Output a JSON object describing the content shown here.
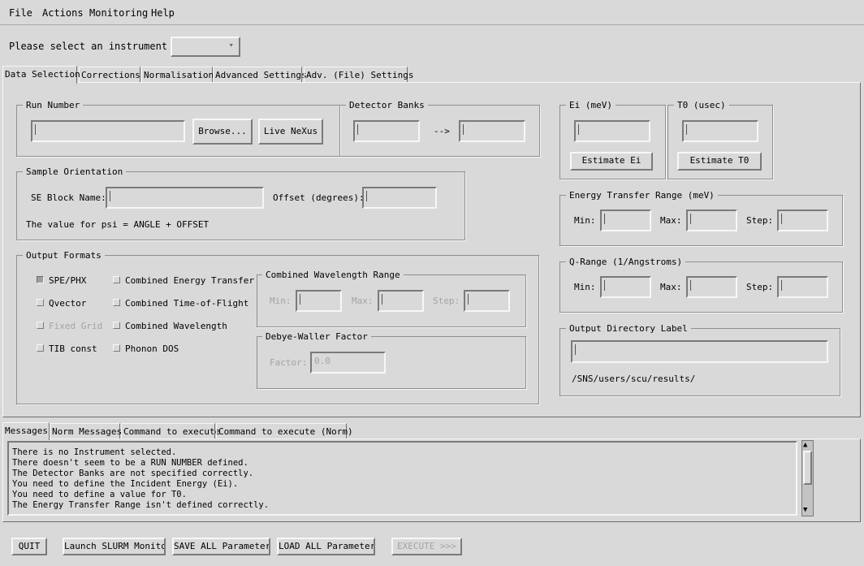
{
  "menu": {
    "file": "File",
    "actions": "Actions",
    "monitoring": "Monitoring",
    "help": "Help"
  },
  "instrument": {
    "prompt": "Please select an instrument -->",
    "selected": ""
  },
  "tabs": [
    "Data Selection",
    "Corrections",
    "Normalisation",
    "Advanced Settings",
    "Adv. (File) Settings"
  ],
  "run_number": {
    "title": "Run Number",
    "value": "",
    "browse_label": "Browse...",
    "live_label": "Live NeXus"
  },
  "detector_banks": {
    "title": "Detector Banks",
    "from": "",
    "arrow": "-->",
    "to": ""
  },
  "ei": {
    "title": "Ei (meV)",
    "value": "",
    "button": "Estimate Ei"
  },
  "t0": {
    "title": "T0 (usec)",
    "value": "",
    "button": "Estimate T0"
  },
  "sample_orientation": {
    "title": "Sample Orientation",
    "se_block_label": "SE Block Name:",
    "se_block_value": "",
    "offset_label": "Offset (degrees):",
    "offset_value": "",
    "psi_text": "The value for psi = ANGLE + OFFSET"
  },
  "energy_transfer": {
    "title": "Energy Transfer Range (meV)",
    "min_label": "Min:",
    "max_label": "Max:",
    "step_label": "Step:"
  },
  "q_range": {
    "title": "Q-Range (1/Angstroms)",
    "min_label": "Min:",
    "max_label": "Max:",
    "step_label": "Step:"
  },
  "output_formats": {
    "title": "Output Formats",
    "spe_phx": {
      "label": "SPE/PHX",
      "checked": true
    },
    "qvector": {
      "label": "Qvector",
      "checked": false
    },
    "fixed_grid": {
      "label": "Fixed Grid",
      "checked": false,
      "disabled": true
    },
    "tib_const": {
      "label": "TIB const",
      "checked": false
    },
    "combined_energy": {
      "label": "Combined Energy Transfer",
      "checked": false
    },
    "combined_tof": {
      "label": "Combined Time-of-Flight",
      "checked": false
    },
    "combined_wavelength": {
      "label": "Combined Wavelength",
      "checked": false
    },
    "phonon_dos": {
      "label": "Phonon DOS",
      "checked": false
    }
  },
  "combined_wavelength_range": {
    "title": "Combined Wavelength Range",
    "min_label": "Min:",
    "max_label": "Max:",
    "step_label": "Step:"
  },
  "debye_waller": {
    "title": "Debye-Waller Factor",
    "factor_label": "Factor:",
    "factor_value": "0.0"
  },
  "output_directory": {
    "title": "Output Directory Label",
    "value": "",
    "path": "/SNS/users/scu/results/"
  },
  "message_tabs": [
    "Messages",
    "Norm Messages",
    "Command to execute",
    "Command to execute (Norm)"
  ],
  "messages": [
    "There is no Instrument selected.",
    "There doesn't seem to be a RUN NUMBER defined.",
    "The Detector Banks are not specified correctly.",
    "You need to define the Incident Energy (Ei).",
    "You need to define a value for T0.",
    "The Energy Transfer Range isn't defined correctly."
  ],
  "footer": {
    "quit": "QUIT",
    "slurm": "Launch SLURM Monitor",
    "save": "SAVE ALL Parameters",
    "load": "LOAD ALL Parameters",
    "execute": "EXECUTE >>>"
  }
}
